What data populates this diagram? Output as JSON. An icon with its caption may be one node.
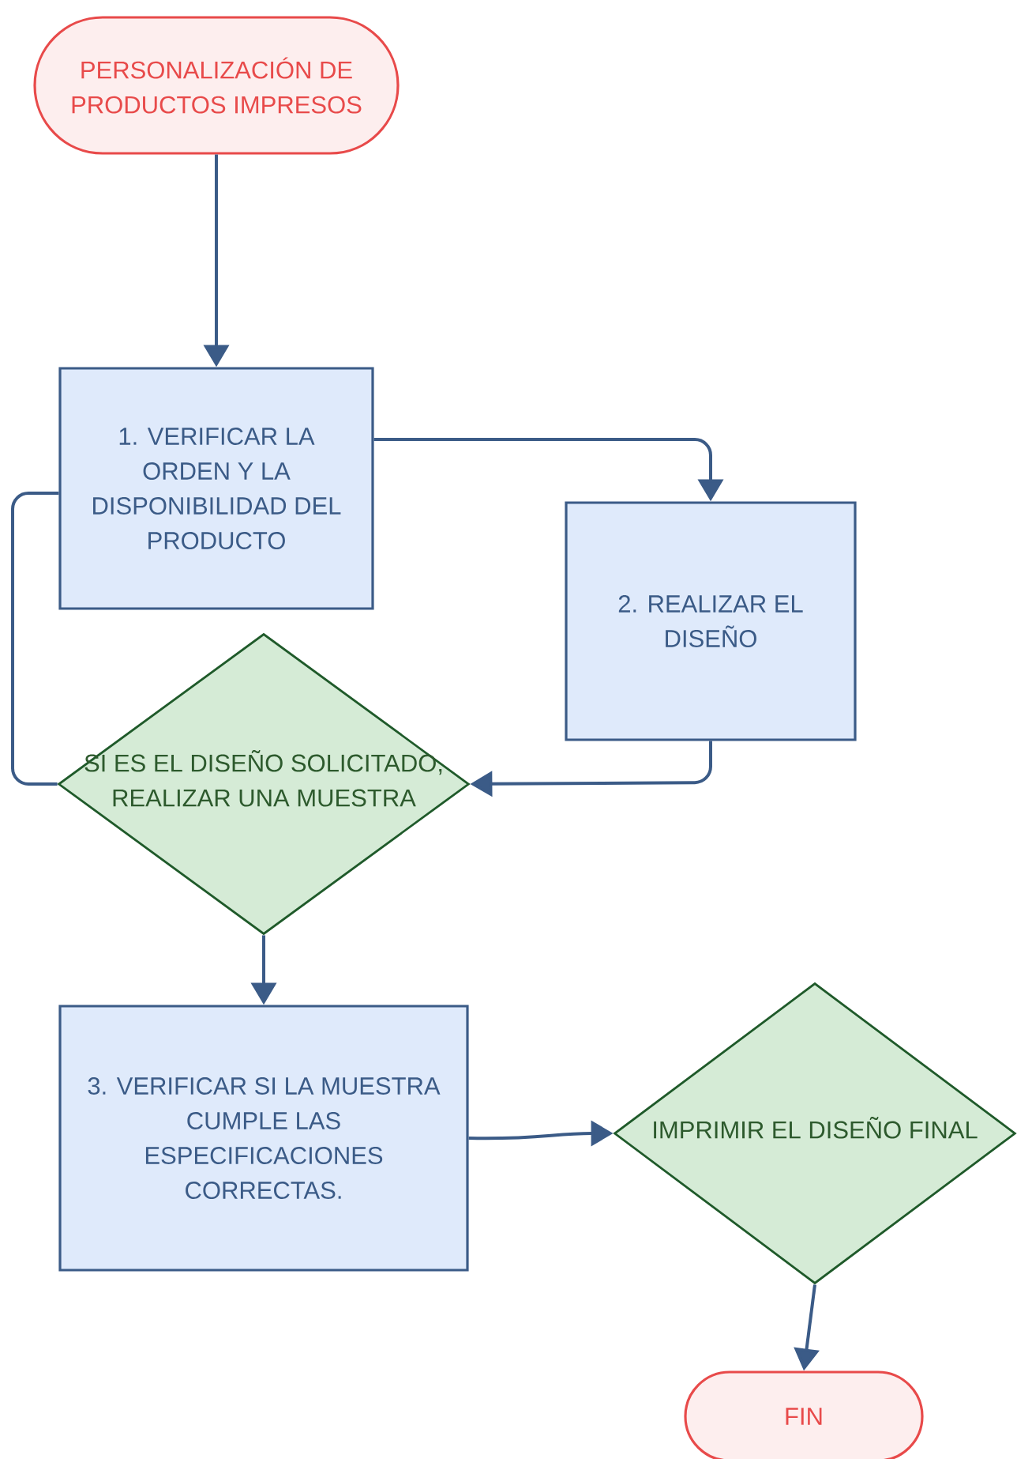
{
  "diagram": {
    "nodes": [
      {
        "text": [
          "PERSONALIZACIÓN DE PRODUCTOS IMPRESOS"
        ]
      },
      {
        "text": [
          "1. VERIFICAR LA ORDEN Y LA DISPONIBILIDAD DEL PRODUCTO"
        ]
      },
      {
        "text": [
          "2. REALIZAR EL DISEÑO"
        ]
      },
      {
        "text": [
          "SI ES EL DISEÑO SOLICITADO, REALIZAR UNA MUESTRA"
        ]
      },
      {
        "text": [
          "3. VERIFICAR SI LA MUESTRA CUMPLE LAS ESPECIFICACIONES CORRECTAS."
        ]
      },
      {
        "text": [
          "IMPRIMIR EL DISEÑO FINAL"
        ]
      },
      {
        "text": [
          "FIN"
        ]
      }
    ],
    "edges": [
      {
        "from": 0,
        "to": 1,
        "arrow": "to"
      },
      {
        "from": 1,
        "to": 2,
        "arrow": "to"
      },
      {
        "from": 2,
        "to": 3,
        "arrow": "to"
      },
      {
        "from": 1,
        "to": 3,
        "arrow": "none"
      },
      {
        "from": 3,
        "to": 4,
        "arrow": "to"
      },
      {
        "from": 4,
        "to": 5,
        "arrow": "to"
      },
      {
        "from": 5,
        "to": 6,
        "arrow": "to"
      }
    ]
  }
}
